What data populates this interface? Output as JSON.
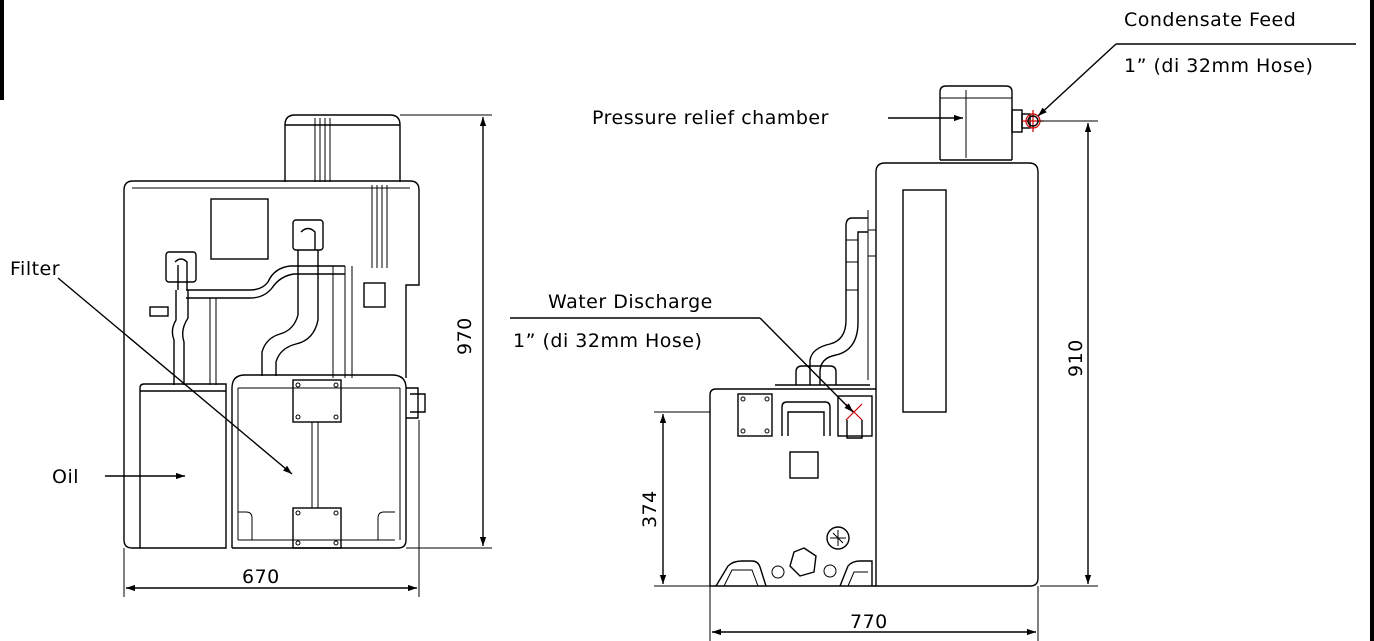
{
  "drawing": {
    "labels": {
      "filter": "Filter",
      "oil": "Oil",
      "water_discharge": "Water Discharge",
      "water_discharge_hose": "1” (di 32mm Hose)",
      "pressure_relief": "Pressure relief chamber",
      "condensate_feed": "Condensate Feed",
      "condensate_feed_hose": "1” (di 32mm Hose)"
    },
    "dimensions": {
      "front_width": "670",
      "front_height": "970",
      "side_width": "770",
      "side_base_height": "374",
      "side_height": "910"
    }
  }
}
